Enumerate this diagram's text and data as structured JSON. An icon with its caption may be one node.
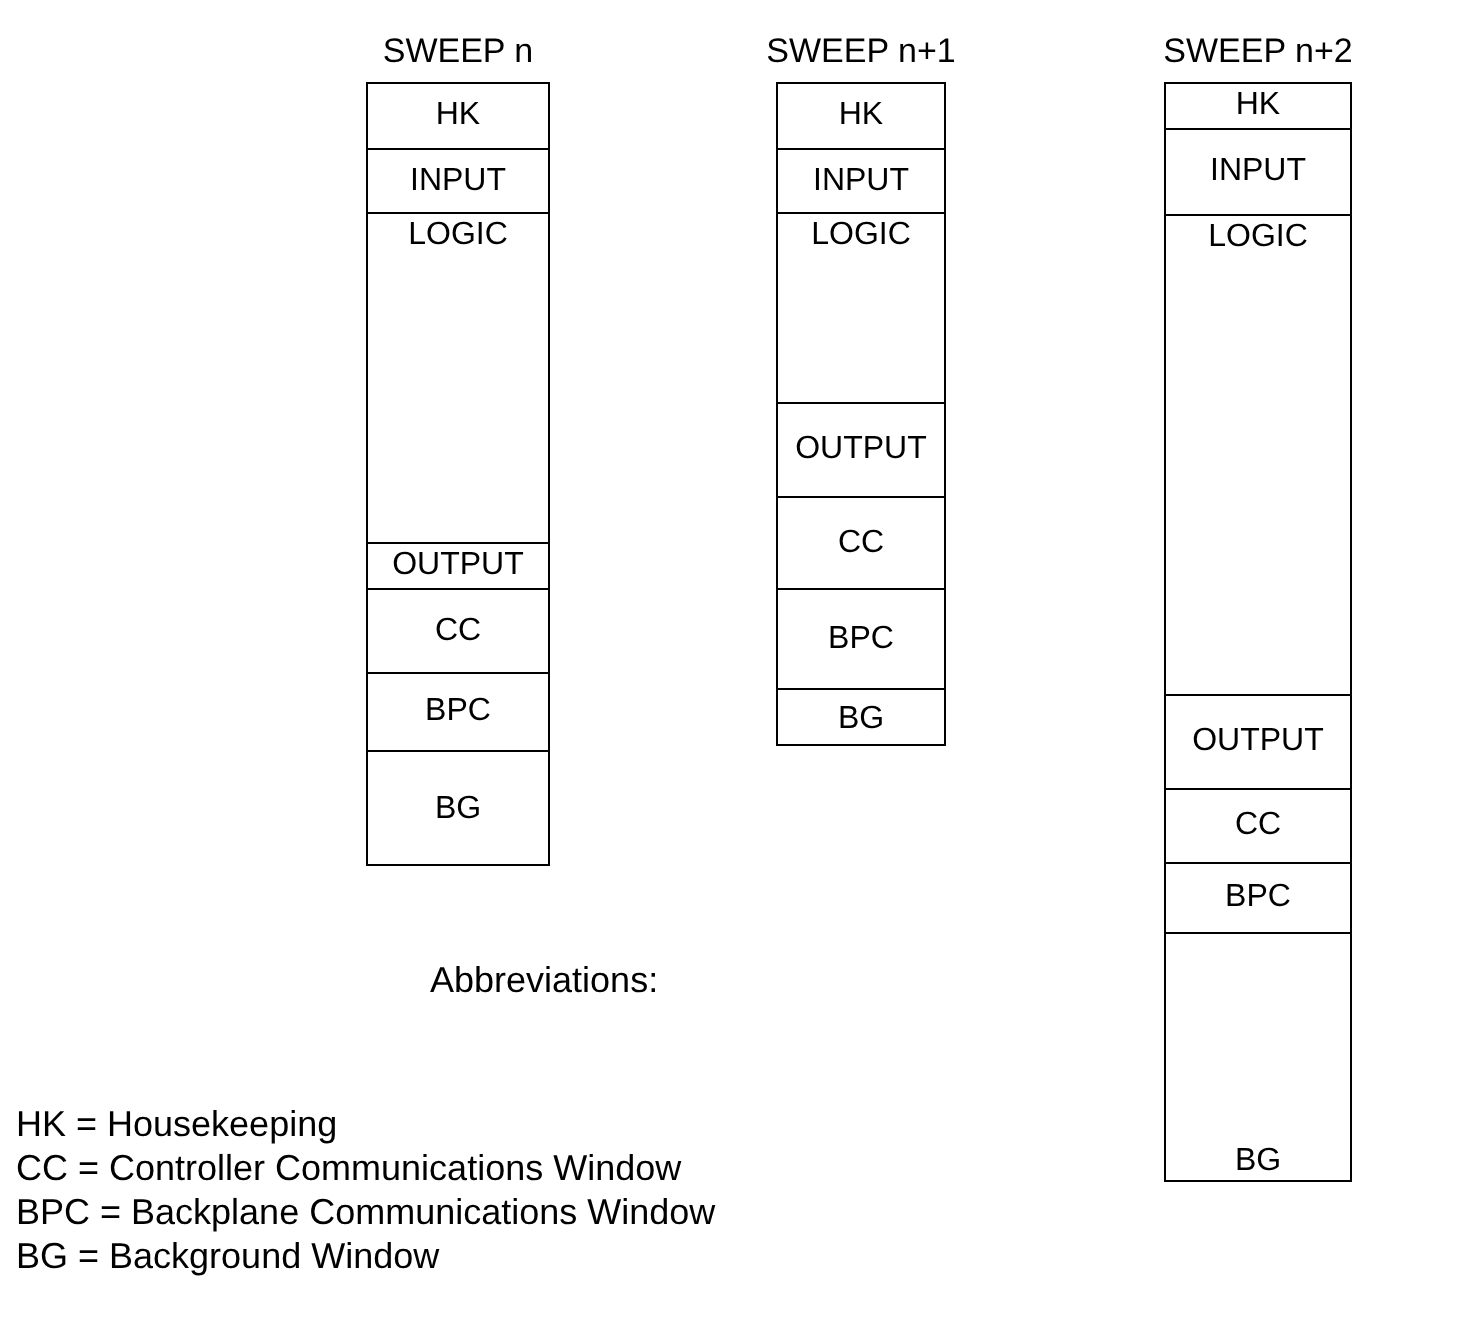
{
  "diagram": {
    "nodes": [
      {
        "text": [
          "SWEEP n"
        ]
      },
      {
        "text": [
          "HK"
        ],
        "in": 0
      },
      {
        "text": [
          "INPUT"
        ],
        "in": 0
      },
      {
        "text": [
          "LOGIC"
        ],
        "in": 0
      },
      {
        "text": [
          "OUTPUT"
        ],
        "in": 0
      },
      {
        "text": [
          "CC"
        ],
        "in": 0
      },
      {
        "text": [
          "BPC"
        ],
        "in": 0
      },
      {
        "text": [
          "BG"
        ],
        "in": 0
      },
      {
        "text": [
          "SWEEP n+1"
        ]
      },
      {
        "text": [
          "HK"
        ],
        "in": 8
      },
      {
        "text": [
          "INPUT"
        ],
        "in": 8
      },
      {
        "text": [
          "LOGIC"
        ],
        "in": 8
      },
      {
        "text": [
          "OUTPUT"
        ],
        "in": 8
      },
      {
        "text": [
          "CC"
        ],
        "in": 8
      },
      {
        "text": [
          "BPC"
        ],
        "in": 8
      },
      {
        "text": [
          "BG"
        ],
        "in": 8
      },
      {
        "text": [
          "SWEEP n+2"
        ]
      },
      {
        "text": [
          "HK"
        ],
        "in": 16
      },
      {
        "text": [
          "INPUT"
        ],
        "in": 16
      },
      {
        "text": [
          "LOGIC"
        ],
        "in": 16
      },
      {
        "text": [
          "OUTPUT"
        ],
        "in": 16
      },
      {
        "text": [
          "CC"
        ],
        "in": 16
      },
      {
        "text": [
          "BPC"
        ],
        "in": 16
      },
      {
        "text": [
          "BG"
        ],
        "in": 16
      }
    ],
    "labels": [
      "Abbreviations:",
      "HK = Housekeeping",
      "CC = Controller Communications Window",
      "BPC = Backplane Communications Window",
      "BG = Background Window"
    ]
  }
}
